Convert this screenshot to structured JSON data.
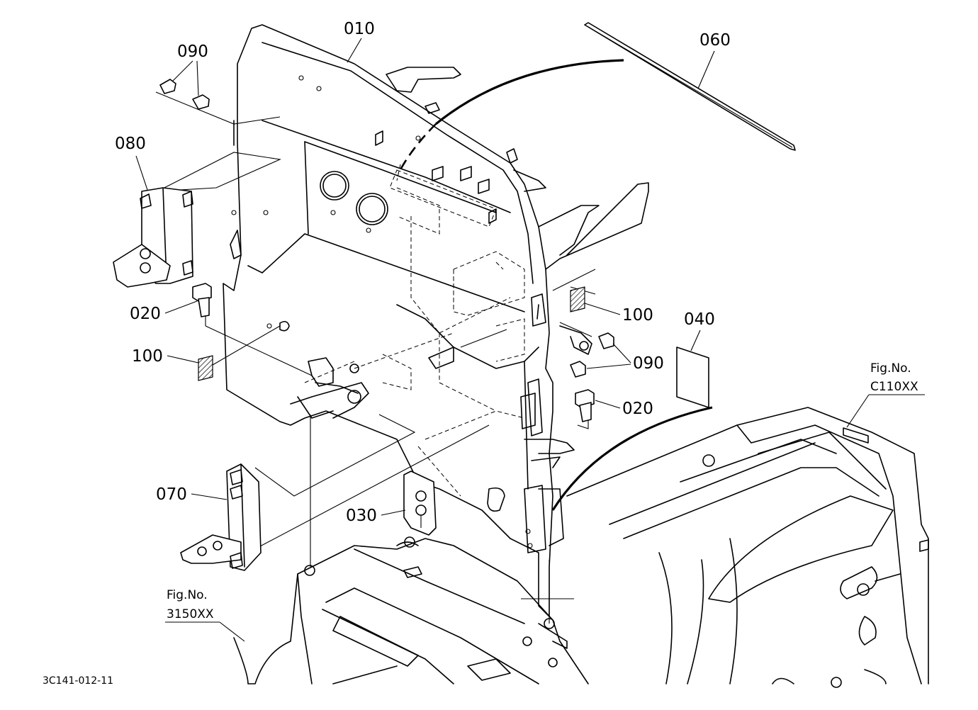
{
  "drawing_code": "3C141-012-11",
  "parts": {
    "p010": "010",
    "p020a": "020",
    "p020b": "020",
    "p030": "030",
    "p040": "040",
    "p060": "060",
    "p070": "070",
    "p080": "080",
    "p090a": "090",
    "p090b": "090",
    "p100a": "100",
    "p100b": "100"
  },
  "figure_refs": {
    "left": {
      "heading": "Fig.No.",
      "number": "3150XX"
    },
    "right": {
      "heading": "Fig.No.",
      "number": "C110XX"
    }
  }
}
